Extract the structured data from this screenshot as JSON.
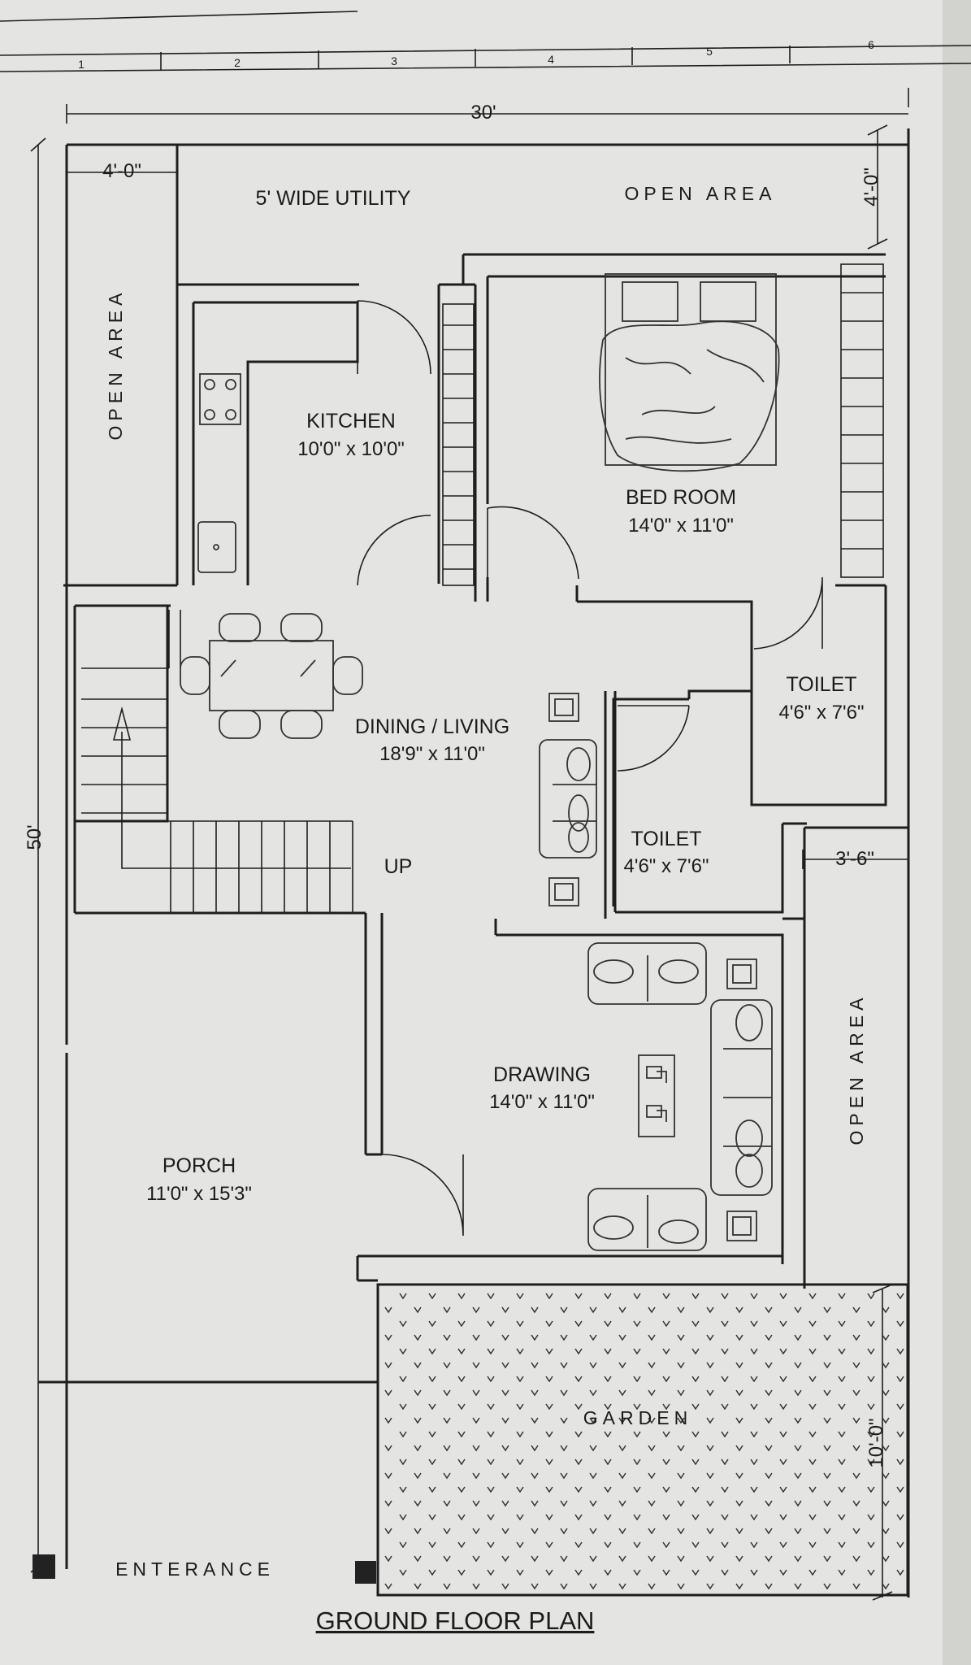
{
  "title": "GROUND FLOOR PLAN",
  "ruler_numbers": [
    "1",
    "2",
    "3",
    "4",
    "5",
    "6"
  ],
  "dimensions": {
    "plot_width": "30'",
    "plot_length": "50'",
    "utility_side": "4'-0\"",
    "rear_setback": "4'-0\"",
    "side_setback": "3'-6\"",
    "garden_depth": "10'-0\""
  },
  "rooms": {
    "utility": {
      "name": "5' WIDE UTILITY"
    },
    "open_area_rear": {
      "name": "OPEN AREA"
    },
    "open_area_left": {
      "name": "OPEN AREA"
    },
    "open_area_right": {
      "name": "OPEN AREA"
    },
    "kitchen": {
      "name": "KITCHEN",
      "size": "10'0\" x 10'0\""
    },
    "bedroom": {
      "name": "BED ROOM",
      "size": "14'0\" x 11'0\""
    },
    "toilet_1": {
      "name": "TOILET",
      "size": "4'6\" x 7'6\""
    },
    "dining_living": {
      "name": "DINING / LIVING",
      "size": "18'9\" x 11'0\""
    },
    "toilet_2": {
      "name": "TOILET",
      "size": "4'6\" x 7'6\""
    },
    "drawing": {
      "name": "DRAWING",
      "size": "14'0\" x 11'0\""
    },
    "porch": {
      "name": "PORCH",
      "size": "11'0\" x 15'3\""
    },
    "garden": {
      "name": "GARDEN"
    }
  },
  "stair_label": "UP",
  "entrance_label": "ENTERANCE"
}
